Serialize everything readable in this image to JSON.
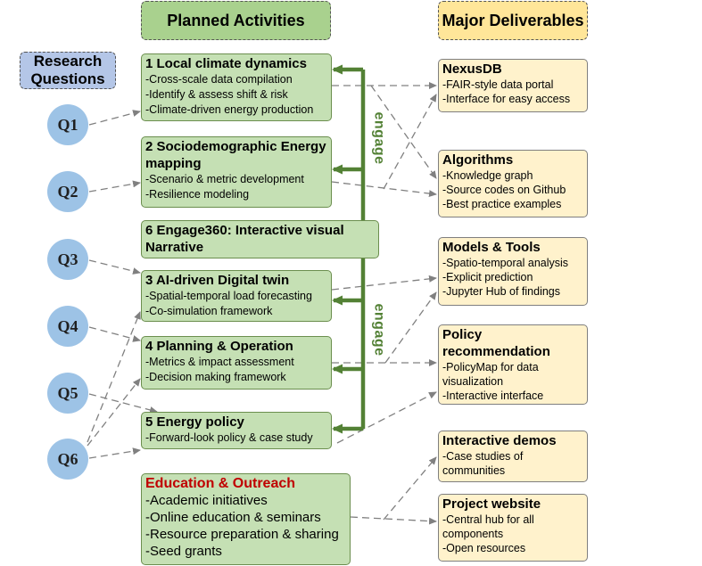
{
  "headers": {
    "research_questions": "Research Questions",
    "planned_activities": "Planned Activities",
    "major_deliverables": "Major Deliverables"
  },
  "questions": [
    "Q1",
    "Q2",
    "Q3",
    "Q4",
    "Q5",
    "Q6"
  ],
  "activities": [
    {
      "title": "1 Local climate dynamics",
      "items": [
        "-Cross-scale data compilation",
        "-Identify & assess shift & risk",
        "-Climate-driven energy production"
      ]
    },
    {
      "title": "2 Sociodemographic Energy mapping",
      "items": [
        "-Scenario & metric development",
        "-Resilience modeling"
      ]
    },
    {
      "title": "6 Engage360: Interactive visual Narrative",
      "items": []
    },
    {
      "title": "3 AI-driven Digital twin",
      "items": [
        "-Spatial-temporal load forecasting",
        "-Co-simulation framework"
      ]
    },
    {
      "title": "4 Planning & Operation",
      "items": [
        "-Metrics & impact assessment",
        "-Decision making framework"
      ]
    },
    {
      "title": "5 Energy policy",
      "items": [
        "-Forward-look policy & case study"
      ]
    },
    {
      "title": "Education & Outreach",
      "items": [
        "-Academic initiatives",
        "-Online education & seminars",
        "-Resource preparation & sharing",
        "-Seed grants"
      ]
    }
  ],
  "deliverables": [
    {
      "title": "NexusDB",
      "items": [
        "-FAIR-style data portal",
        "-Interface for easy access"
      ]
    },
    {
      "title": "Algorithms",
      "items": [
        "-Knowledge graph",
        "-Source codes on Github",
        "-Best practice examples"
      ]
    },
    {
      "title": "Models & Tools",
      "items": [
        "-Spatio-temporal analysis",
        "-Explicit prediction",
        "-Jupyter Hub of findings"
      ]
    },
    {
      "title": "Policy recommendation",
      "items": [
        "-PolicyMap for data visualization",
        "-Interactive interface"
      ]
    },
    {
      "title": "Interactive demos",
      "items": [
        "-Case studies of communities"
      ]
    },
    {
      "title": "Project website",
      "items": [
        "-Central hub for all components",
        "-Open resources"
      ]
    }
  ],
  "engage_labels": [
    "engage",
    "engage"
  ],
  "colors": {
    "research_header": "#b4c6e7",
    "activity_fill": "#c5e0b4",
    "deliverable_fill": "#fff2cc",
    "question_fill": "#9dc3e6",
    "engage_green": "#538135",
    "education_title": "#c00000",
    "dashed_arrow": "#808080"
  }
}
